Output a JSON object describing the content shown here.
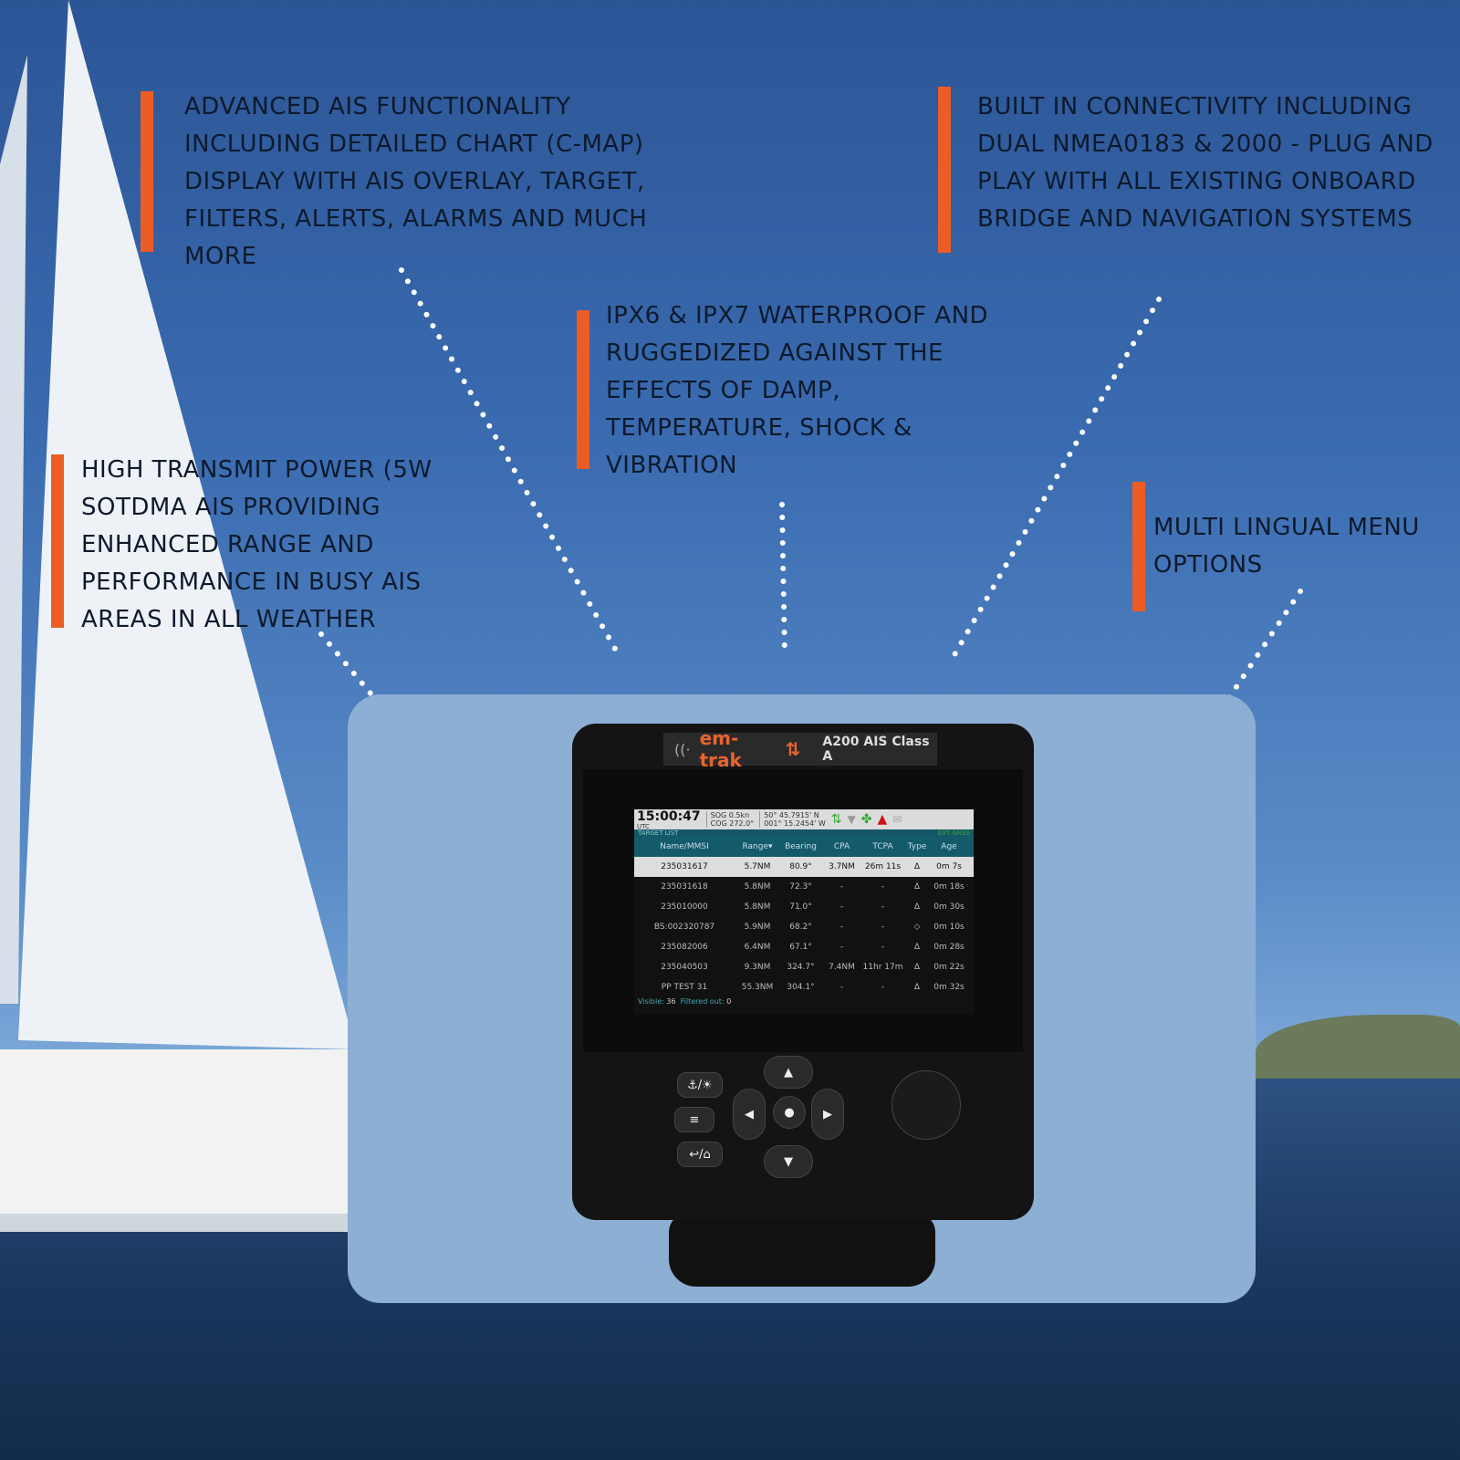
{
  "features": [
    {
      "id": "ais",
      "text": "Advanced AIS functionality including detailed chart (C-MAP) display with AIS overlay, target, filters, alerts, alarms and much more"
    },
    {
      "id": "connectivity",
      "text": "Built in connectivity including dual NMEA0183 & 2000 - plug and play with all existing onboard bridge and navigation systems"
    },
    {
      "id": "waterproof",
      "text": "IPX6 & IPX7 waterproof and ruggedized against the effects of damp, temperature, shock & vibration"
    },
    {
      "id": "power",
      "text": "High transmit power (5W SOTDMA AIS providing enhanced range and performance in busy AIS areas in all weather"
    },
    {
      "id": "lingual",
      "text": "Multi lingual menu options"
    }
  ],
  "device": {
    "brand": "em-trak",
    "model": "A200 AIS Class A"
  },
  "screen": {
    "time": "15:00:47",
    "tz": "UTC",
    "sog": "SOG  0.5kn",
    "cog": "COG  272.0°",
    "lat": "50° 45.7915' N",
    "lon": "001° 15.2454' W",
    "section": "TARGET LIST",
    "gnss": "EXT GNSS",
    "headers": [
      "Name/MMSI",
      "Range▾",
      "Bearing",
      "CPA",
      "TCPA",
      "Type",
      "Age"
    ],
    "rows": [
      [
        "235031617",
        "5.7NM",
        "80.9°",
        "3.7NM",
        "26m 11s",
        "Δ",
        "0m 7s"
      ],
      [
        "235031618",
        "5.8NM",
        "72.3°",
        "-",
        "-",
        "Δ",
        "0m 18s"
      ],
      [
        "235010000",
        "5.8NM",
        "71.0°",
        "-",
        "-",
        "Δ",
        "0m 30s"
      ],
      [
        "BS:002320787",
        "5.9NM",
        "68.2°",
        "-",
        "-",
        "◇",
        "0m 10s"
      ],
      [
        "235082006",
        "6.4NM",
        "67.1°",
        "-",
        "-",
        "Δ",
        "0m 28s"
      ],
      [
        "235040503",
        "9.3NM",
        "324.7°",
        "7.4NM",
        "11hr 17m",
        "Δ",
        "0m 22s"
      ],
      [
        "PP TEST 31",
        "55.3NM",
        "304.1°",
        "-",
        "-",
        "Δ",
        "0m 32s"
      ]
    ],
    "visible_label": "Visible:",
    "visible": "36",
    "filtered_label": "Filtered out:",
    "filtered": "0"
  },
  "keys": {
    "anchor": "⚓/☀",
    "menu": "≡",
    "back": "↩/⌂",
    "up": "▲",
    "down": "▼",
    "left": "◀",
    "right": "▶",
    "ok": "●"
  },
  "colors": {
    "accent": "#ec5d26",
    "panel": "#8eafd4"
  }
}
